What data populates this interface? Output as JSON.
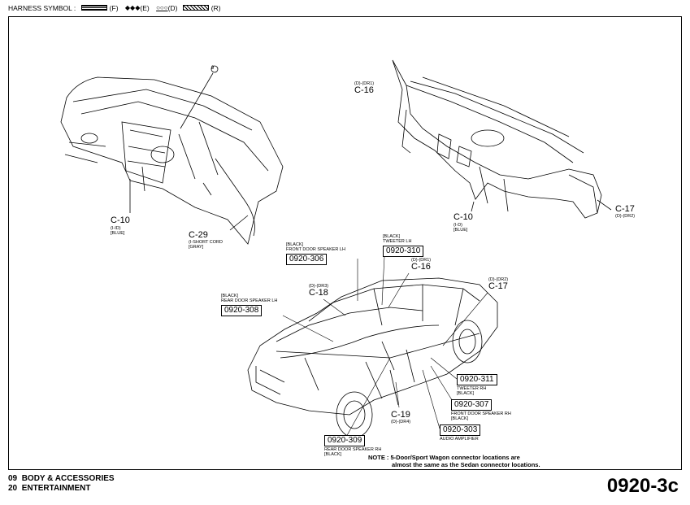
{
  "header": {
    "title": "HARNESS SYMBOL :",
    "symbols": [
      {
        "mark": "",
        "label": "(F)"
      },
      {
        "mark": "◆◆◆",
        "label": "(E)"
      },
      {
        "mark": "○○○",
        "label": "(D)"
      },
      {
        "mark": "",
        "label": "(R)"
      }
    ]
  },
  "diagram": {
    "circle_ref": "9",
    "left_view": {
      "c10": {
        "code": "C-10",
        "sub": "(I-ID)",
        "color": "[BLUE]"
      },
      "c29": {
        "code": "C-29",
        "sub": "(I-SHORT CORD",
        "color": "[GRAY]"
      }
    },
    "right_view": {
      "c16": {
        "sub": "(D)-(DR1)",
        "code": "C-16"
      },
      "c10": {
        "code": "C-10",
        "sub": "(I-D)",
        "color": "[BLUE]"
      },
      "c17": {
        "code": "C-17",
        "sub": "(D)-(DR2)"
      }
    },
    "car_view": {
      "c306": {
        "color": "[BLACK]",
        "desc": "FRONT DOOR SPEAKER LH",
        "box": "0920-306"
      },
      "c310": {
        "color": "[BLACK]",
        "desc": "TWEETER LH",
        "box": "0920-310"
      },
      "c16": {
        "sub": "(D)-(DR1)",
        "code": "C-16"
      },
      "c17": {
        "sub": "(D)-(DR2)",
        "code": "C-17"
      },
      "c18": {
        "sub": "(D)-(DR3)",
        "code": "C-18"
      },
      "c308": {
        "color": "[BLACK]",
        "desc": "REAR DOOR SPEAKER LH",
        "box": "0920-308"
      },
      "c311": {
        "box": "0920-311",
        "desc": "TWEETER RH",
        "color": "[BLACK]"
      },
      "c307": {
        "box": "0920-307",
        "desc": "FRONT DOOR SPEAKER RH",
        "color": "[BLACK]"
      },
      "c303": {
        "box": "0920-303",
        "desc": "AUDIO AMPLIFIER"
      },
      "c19": {
        "code": "C-19",
        "sub": "(D)-(DR4)"
      },
      "c309": {
        "box": "0920-309",
        "desc": "REAR DOOR SPEAKER RH",
        "color": "[BLACK]"
      }
    },
    "note": {
      "label": "NOTE :",
      "line1": "5-Door/Sport Wagon connector locations are",
      "line2": "almost the same as the Sedan connector locations."
    }
  },
  "footer": {
    "section_num": "09",
    "section": "BODY & ACCESSORIES",
    "subsection_num": "20",
    "subsection": "ENTERTAINMENT",
    "page_number": "0920-3c"
  }
}
